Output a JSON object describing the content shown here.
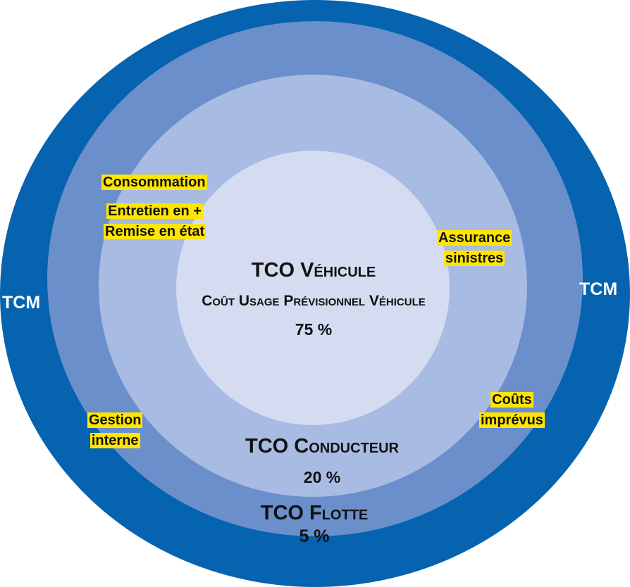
{
  "colors": {
    "ring_outer": "#0563b0",
    "ring_fleet": "#6a8fcb",
    "ring_driver": "#a8bbe3",
    "ring_vehicle": "#d5dcf1",
    "highlight": "#ffe600"
  },
  "rings": {
    "outer": {
      "label": "TCM"
    },
    "fleet": {
      "title": "TCO Flotte",
      "percent": "5 %"
    },
    "driver": {
      "title": "TCO Conducteur",
      "percent": "20 %"
    },
    "vehicle": {
      "title": "TCO Véhicule",
      "subtitle": "Coût Usage Prévisionnel Véhicule",
      "percent": "75 %"
    }
  },
  "cost_items": {
    "consommation": "Consommation",
    "entretien_line1": "Entretien en +",
    "entretien_line2": "Remise en état",
    "assurance_line1": "Assurance",
    "assurance_line2": "sinistres",
    "couts_line1": "Coûts",
    "couts_line2": "imprévus",
    "gestion_line1": "Gestion",
    "gestion_line2": "interne"
  }
}
